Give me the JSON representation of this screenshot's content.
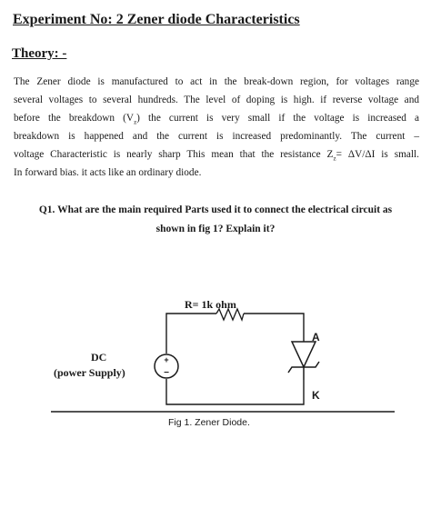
{
  "heading": {
    "title": "Experiment No: 2  Zener diode Characteristics",
    "theory": "Theory: -"
  },
  "theory_lines": [
    "The Zener diode is manufactured to act in the break-down region, for voltages range",
    "several voltages to several hundreds. The level of doping is high. if reverse voltage and",
    "before the breakdown (V",
    "z",
    ") the current is very small if the voltage is increased a",
    "breakdown is happened and the current is increased predominantly. The current –",
    "voltage Characteristic is nearly sharp This mean that the resistance Z",
    "z",
    "= ΔV/ΔI is small.",
    "In forward bias. it acts like an ordinary diode."
  ],
  "question": {
    "line1": "Q1. What are the main required Parts used it to connect the electrical circuit as",
    "line2": "shown in fig 1? Explain it?"
  },
  "figure": {
    "resistor_label": "R= 1k ohm",
    "source_label": "DC",
    "source_sublabel": "(power Supply)",
    "anode_label": "A",
    "cathode_label": "K",
    "plus_sign": "+",
    "minus_sign": "−",
    "caption": "Fig 1. Zener Diode."
  }
}
